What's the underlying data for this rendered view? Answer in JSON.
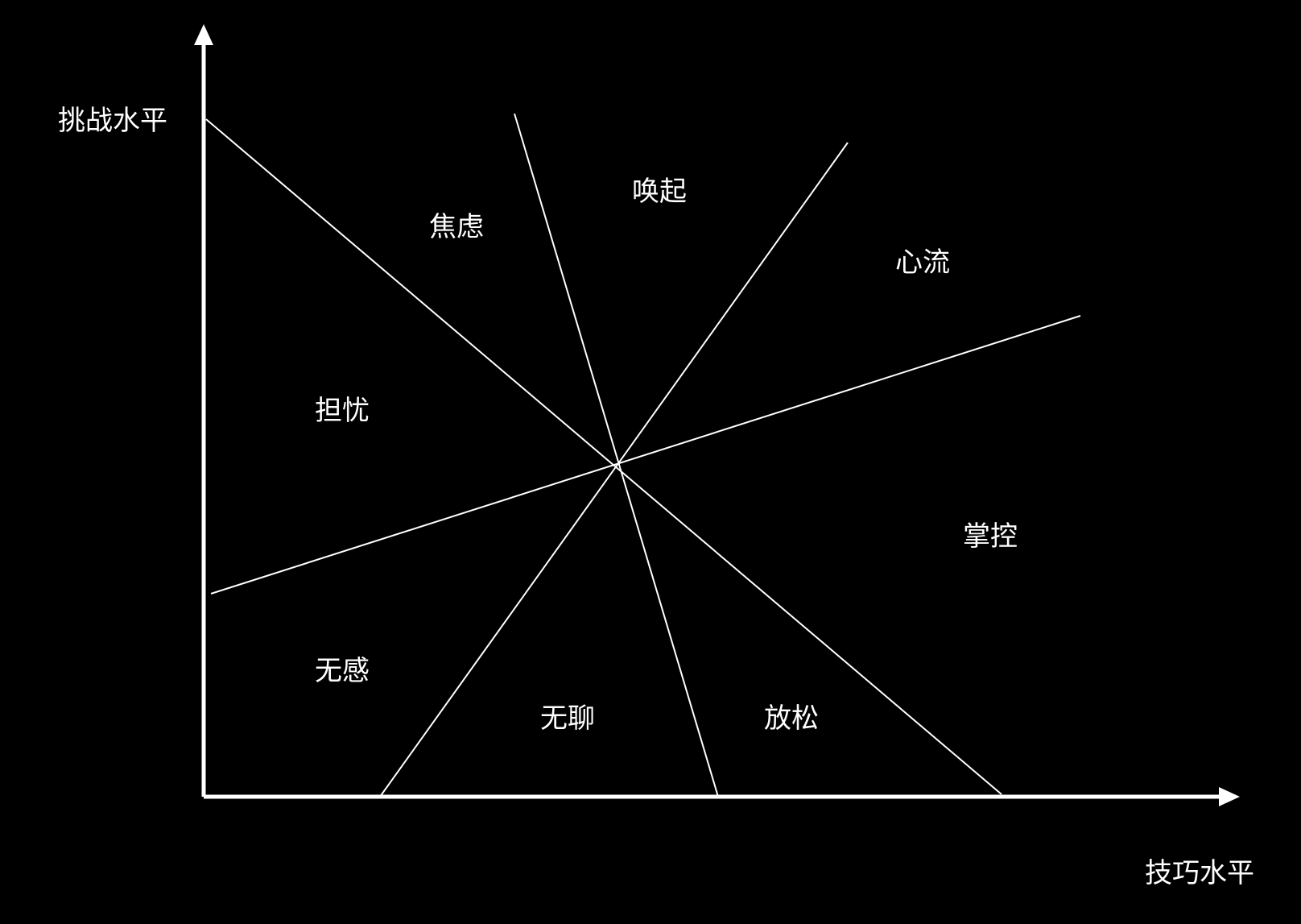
{
  "axes": {
    "y_label": "挑战水平",
    "x_label": "技巧水平"
  },
  "zones": {
    "anxiety": "焦虑",
    "arousal": "唤起",
    "flow": "心流",
    "worry": "担忧",
    "control": "掌控",
    "apathy": "无感",
    "boredom": "无聊",
    "relaxation": "放松"
  },
  "colors": {
    "background": "#000000",
    "foreground": "#ffffff"
  }
}
